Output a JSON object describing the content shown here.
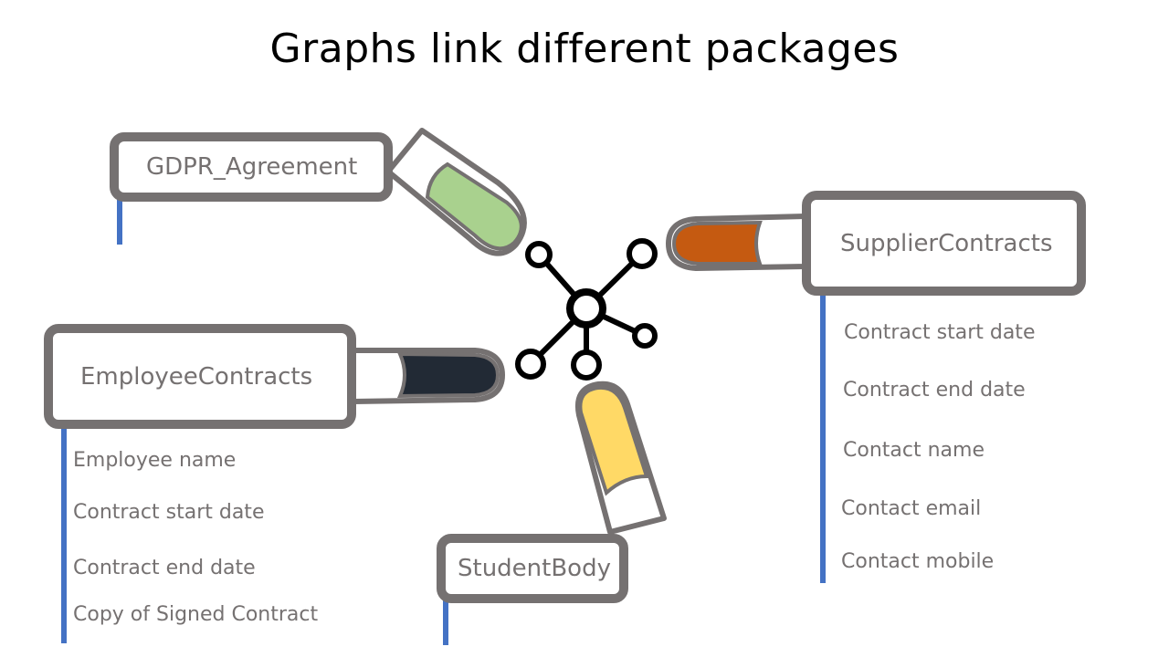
{
  "title": "Graphs link different packages",
  "colors": {
    "border": "#757171",
    "accent_line": "#4472c4",
    "gdpr_fill": "#a9d18e",
    "supplier_fill": "#c55a11",
    "employee_fill": "#222a35",
    "student_fill": "#ffd966",
    "hub": "#000000"
  },
  "hub_icon": "graph-network-icon",
  "packages": {
    "gdpr": {
      "name": "GDPR_Agreement",
      "fields": []
    },
    "supplier": {
      "name": "SupplierContracts",
      "fields": [
        "Contract start date",
        "Contract end date",
        "Contact name",
        "Contact email",
        "Contact mobile"
      ]
    },
    "employee": {
      "name": "EmployeeContracts",
      "fields": [
        "Employee name",
        "Contract start date",
        "Contract end date",
        "Copy of Signed Contract"
      ]
    },
    "student": {
      "name": "StudentBody",
      "fields": []
    }
  }
}
